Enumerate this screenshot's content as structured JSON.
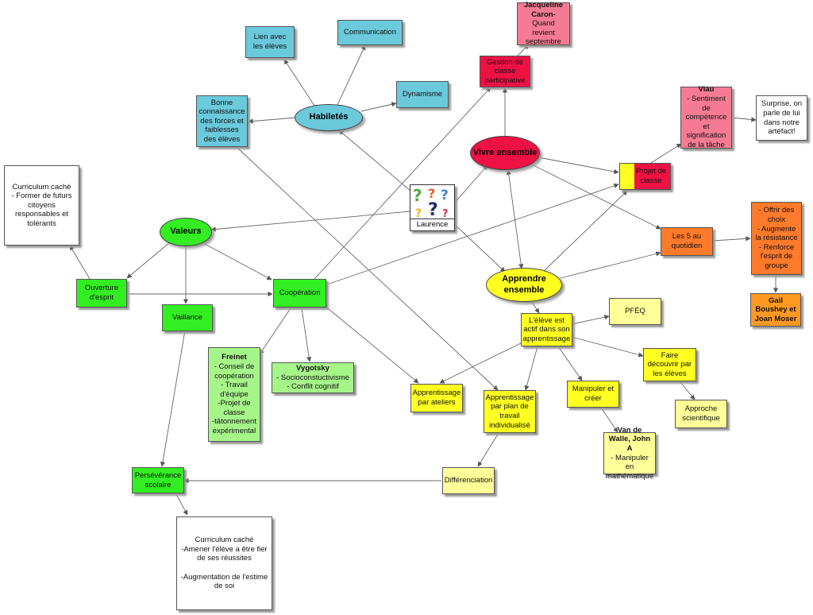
{
  "center": {
    "label": "Laurence"
  },
  "ellipses": {
    "habiletes": "Habiletés",
    "valeurs": "Valeurs",
    "vivre": "Vivre ensemble",
    "apprendre": "Apprendre ensemble"
  },
  "nodes": {
    "lien": "Lien avec les élèves",
    "communication": "Communication",
    "dynamisme": "Dynamisme",
    "bonne": "Bonne connaissance des forces et faiblesses des élèves",
    "curriculum1": "Curriculum caché\n- Former de futurs citoyens responsables et tolérants",
    "ouverture": "Ouverture d'esprit",
    "cooperation": "Coopération",
    "vaillance": "Vaillance",
    "freinet_title": "Freinet",
    "freinet_body": "- Conseil de coopération\n- Travail d'équipe\n-Projet de classe\n-tâtonnement expérimental",
    "vygotsky_title": "Vygotsky",
    "vygotsky_body": "- Socioconstuctivisme\n- Conflit cognitif",
    "ateliers": "Apprentissage par ateliers",
    "planTravail": "Apprentissage par plan de travail individualisé",
    "differenciation": "Différenciation",
    "perseverance": "Persévérance scolaire",
    "curriculum2_a": "Curriculum caché\n-Amener l'élève a être fier de ses réussites",
    "curriculum2_b": "-Augmentation de l'estime de soi",
    "jacqueline_title": "Jacqueline Caron-",
    "jacqueline_body": "Quand revient septembre",
    "gestion": "Gestion de classe participative",
    "viau_title": "Viau",
    "viau_body": "- Sentiment de compétence et signification de la tâche",
    "surprise": "Surprise, on parle de lui dans notre artéfact!",
    "projet": "Projet de classe",
    "offrir": "- Offrir des choix\n- Augmente la résistance\n- Renforce l'esprit de groupe",
    "gail": "Gail Boushey et Joan Moser",
    "les5": "Les 5 au quotidien",
    "eleveActif": "L'élève est actif dans son apprentissage",
    "pfeq": "PFÉQ",
    "faire": "Faire découvrir par les élèves",
    "manipuler": "Manipuler et créer",
    "approche": "Approche scientifique",
    "vandewalle_title": "Van de Walle, John A",
    "vandewalle_body": "- Manipuler en mathématique"
  },
  "colors": {
    "blue": "#6bc9dc",
    "green": "#33ee22",
    "light_green": "#a6f589",
    "yellow": "#ffff22",
    "light_yellow": "#ffff99",
    "pink": "#f47b93",
    "red": "#ee1144",
    "orange": "#ff7a2a"
  },
  "icons": [
    "question-marks-icon"
  ]
}
